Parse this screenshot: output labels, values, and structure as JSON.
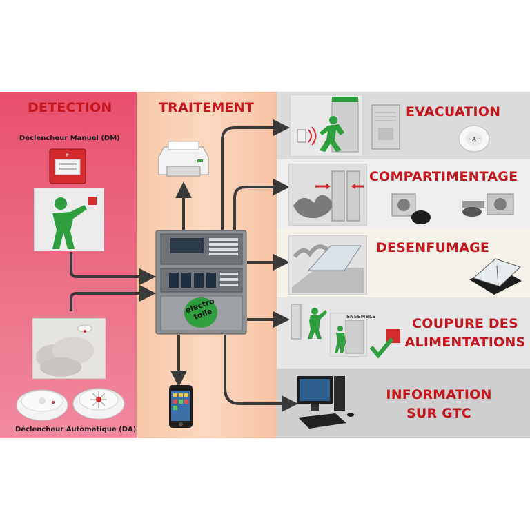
{
  "columns": {
    "detection": "DETECTION",
    "traitement": "TRAITEMENT"
  },
  "detection": {
    "manual_label": "Déclencheur Manuel (DM)",
    "auto_label": "Déclencheur Automatique (DA)"
  },
  "panel": {
    "brand_line1": "electro",
    "brand_line2": "toile"
  },
  "actions": {
    "evacuation": "EVACUATION",
    "compartimentage": "COMPARTIMENTAGE",
    "desenfumage": "DESENFUMAGE",
    "coupure_line1": "COUPURE DES",
    "coupure_line2": "ALIMENTATIONS",
    "information_line1": "INFORMATION",
    "information_line2": "SUR GTC",
    "ensemble_sign": "ENSEMBLE"
  },
  "colors": {
    "title_red": "#c5161d",
    "detection_bg": "#e8506b",
    "treatment_bg": "#f9cfb4",
    "action_bg": "#e3e3e3",
    "exit_green": "#2e9e3e",
    "arrow": "#4a4a4a"
  },
  "icons": [
    "fire-alarm-call-point-icon",
    "person-pressing-alarm-icon",
    "smoke-detector-icon",
    "printer-icon",
    "fire-control-panel-icon",
    "smartphone-icon",
    "emergency-exit-icon",
    "siren-icon",
    "fire-door-icon",
    "door-magnet-icon",
    "smoke-vent-icon",
    "power-cut-icon",
    "computer-icon"
  ]
}
